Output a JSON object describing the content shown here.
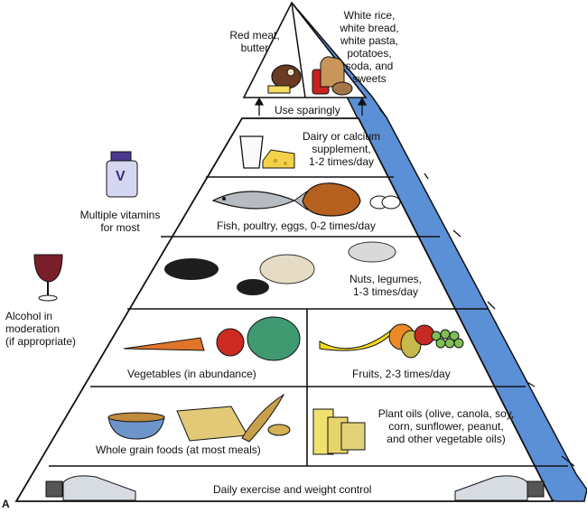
{
  "panel_letter": "A",
  "top": {
    "left_label": [
      "Red meat,",
      "butter"
    ],
    "right_label": [
      "White rice,",
      "white bread,",
      "white pasta,",
      "potatoes,",
      "soda, and",
      "sweets"
    ],
    "use_note": "Use sparingly"
  },
  "dairy": [
    "Dairy or calcium",
    "supplement,",
    "1-2 times/day"
  ],
  "protein": "Fish, poultry, eggs, 0-2 times/day",
  "nuts": [
    "Nuts, legumes,",
    "1-3 times/day"
  ],
  "vegetables": "Vegetables (in abundance)",
  "fruits": "Fruits, 2-3 times/day",
  "grains": "Whole grain foods (at most meals)",
  "oils": [
    "Plant oils (olive, canola, soy,",
    "corn, sunflower, peanut,",
    "and other vegetable oils)"
  ],
  "exercise": "Daily exercise and weight control",
  "vitamins": {
    "bottle_letter": "V",
    "label": [
      "Multiple vitamins",
      "for most"
    ]
  },
  "alcohol": [
    "Alcohol in",
    "moderation",
    "(if appropriate)"
  ],
  "colors": {
    "side_face": "#5b8fd6",
    "outline": "#111111"
  }
}
